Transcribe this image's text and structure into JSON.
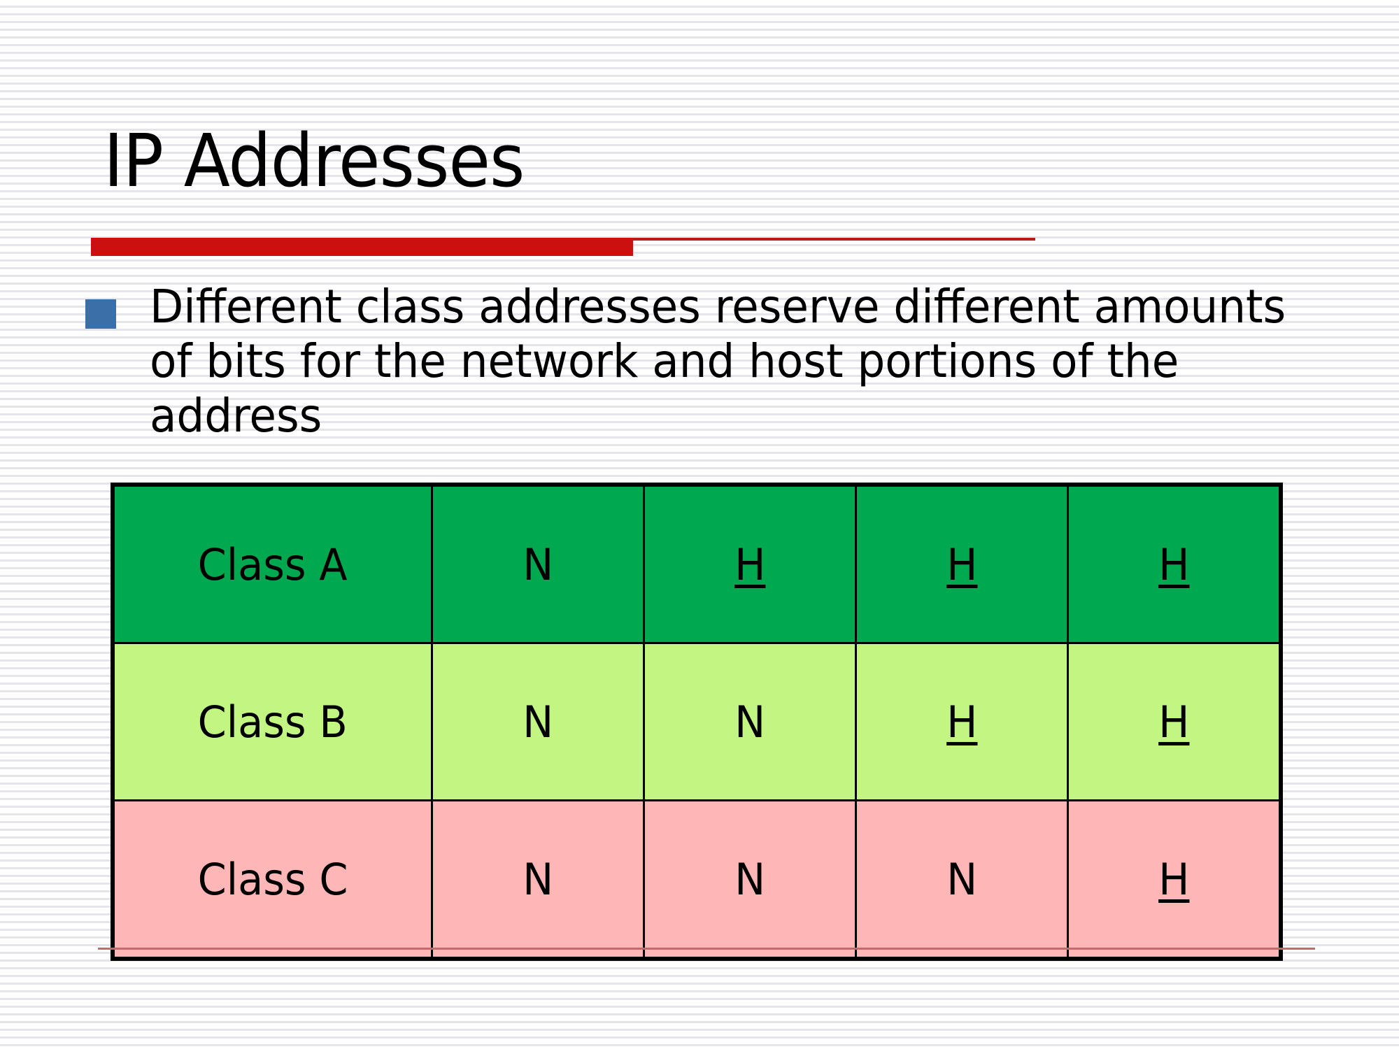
{
  "slide": {
    "title": "IP Addresses",
    "accent_color": "#cc1010",
    "bullet_color": "#3B6FA8",
    "bottom_rule_color": "#c46a6a"
  },
  "body": {
    "bullet_marker": "square-bullet",
    "lines": [
      "Different class addresses reserve different amounts",
      "of bits for the network and host portions of the",
      "address"
    ]
  },
  "table": {
    "row_colors": {
      "class_a": "#00A850",
      "class_b": "#C2F582",
      "class_c": "#FFB6B6"
    },
    "rows": [
      {
        "label": "Class A",
        "cells": [
          {
            "text": "N",
            "underline": false
          },
          {
            "text": "H",
            "underline": true
          },
          {
            "text": "H",
            "underline": true
          },
          {
            "text": "H",
            "underline": true
          }
        ]
      },
      {
        "label": "Class B",
        "cells": [
          {
            "text": "N",
            "underline": false
          },
          {
            "text": "N",
            "underline": false
          },
          {
            "text": "H",
            "underline": true
          },
          {
            "text": "H",
            "underline": true
          }
        ]
      },
      {
        "label": "Class C",
        "cells": [
          {
            "text": "N",
            "underline": false
          },
          {
            "text": "N",
            "underline": false
          },
          {
            "text": "N",
            "underline": false
          },
          {
            "text": "H",
            "underline": true
          }
        ]
      }
    ]
  }
}
